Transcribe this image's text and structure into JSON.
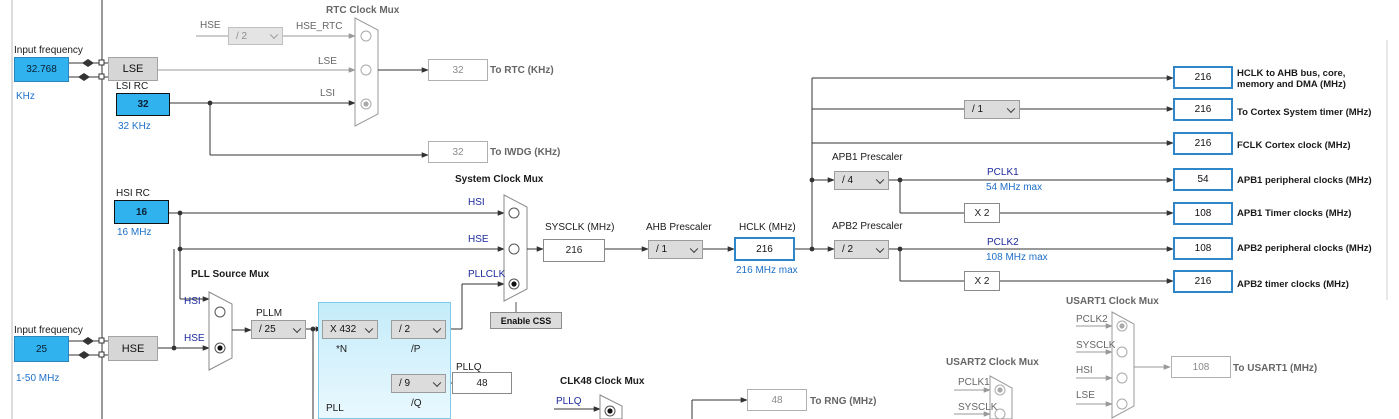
{
  "lse_section": {
    "input_freq_label": "Input frequency",
    "input_value": "32.768",
    "unit": "KHz",
    "lse_label": "LSE",
    "lsi_title": "LSI RC",
    "lsi_value": "32",
    "lsi_range": "32 KHz"
  },
  "rtc_mux": {
    "title": "RTC Clock Mux",
    "hse_label": "HSE",
    "div_option": "/ 2",
    "hse_rtc_label": "HSE_RTC",
    "lse_label": "LSE",
    "lsi_label": "LSI",
    "output_value": "32",
    "output_label": "To RTC (KHz)"
  },
  "iwdg": {
    "value": "32",
    "label": "To IWDG (KHz)"
  },
  "hsi_section": {
    "title": "HSI RC",
    "value": "16",
    "range": "16 MHz"
  },
  "hse_section": {
    "input_freq_label": "Input frequency",
    "input_value": "25",
    "range": "1-50 MHz",
    "hse_label": "HSE"
  },
  "pll_source_mux": {
    "title": "PLL Source Mux",
    "hsi_label": "HSI",
    "hse_label": "HSE"
  },
  "pll": {
    "pllm_label": "PLLM",
    "pllm_option": "/ 25",
    "n_option": "X 432",
    "n_label": "*N",
    "p_option": "/ 2",
    "p_label": "/P",
    "q_option": "/ 9",
    "q_label": "/Q",
    "pllq_label": "PLLQ",
    "pllq_value": "48",
    "box_label": "PLL"
  },
  "system_mux": {
    "title": "System Clock Mux",
    "hsi_label": "HSI",
    "hse_label": "HSE",
    "pllclk_label": "PLLCLK",
    "enable_css_label": "Enable CSS"
  },
  "sysclk": {
    "label": "SYSCLK (MHz)",
    "value": "216"
  },
  "ahb": {
    "label": "AHB Prescaler",
    "option": "/ 1"
  },
  "hclk": {
    "label": "HCLK (MHz)",
    "value": "216",
    "max": "216 MHz max"
  },
  "cortex_div": {
    "option": "/ 1"
  },
  "apb1": {
    "label": "APB1 Prescaler",
    "option": "/ 4",
    "pclk_label": "PCLK1",
    "pclk_max": "54 MHz max",
    "multiplier": "X 2"
  },
  "apb2": {
    "label": "APB2 Prescaler",
    "option": "/ 2",
    "pclk_label": "PCLK2",
    "pclk_max": "108 MHz max",
    "multiplier": "X 2"
  },
  "outputs": [
    {
      "value": "216",
      "label": "HCLK to AHB bus, core,",
      "label2": "memory and DMA (MHz)"
    },
    {
      "value": "216",
      "label": "To Cortex System timer (MHz)"
    },
    {
      "value": "216",
      "label": "FCLK Cortex clock (MHz)"
    },
    {
      "value": "54",
      "label": "APB1 peripheral clocks (MHz)"
    },
    {
      "value": "108",
      "label": "APB1 Timer clocks (MHz)"
    },
    {
      "value": "108",
      "label": "APB2 peripheral clocks (MHz)"
    },
    {
      "value": "216",
      "label": "APB2 timer clocks (MHz)"
    }
  ],
  "clk48_mux": {
    "title": "CLK48 Clock Mux",
    "pllq_label": "PLLQ",
    "rng_value": "48",
    "rng_label": "To RNG (MHz)"
  },
  "usart1_mux": {
    "title": "USART1 Clock Mux",
    "in1": "PCLK2",
    "in2": "SYSCLK",
    "in3": "HSI",
    "in4": "LSE",
    "value": "108",
    "label": "To USART1 (MHz)"
  },
  "usart2_mux": {
    "title": "USART2 Clock Mux",
    "in1": "PCLK1",
    "in2": "SYSCLK"
  },
  "colors": {
    "input_cyan": "#2fb2ee",
    "wire": "#333333",
    "highlight_border": "#2f86c8",
    "label_blue": "#1f70c8",
    "mux_blue": "#1c2a9c"
  }
}
